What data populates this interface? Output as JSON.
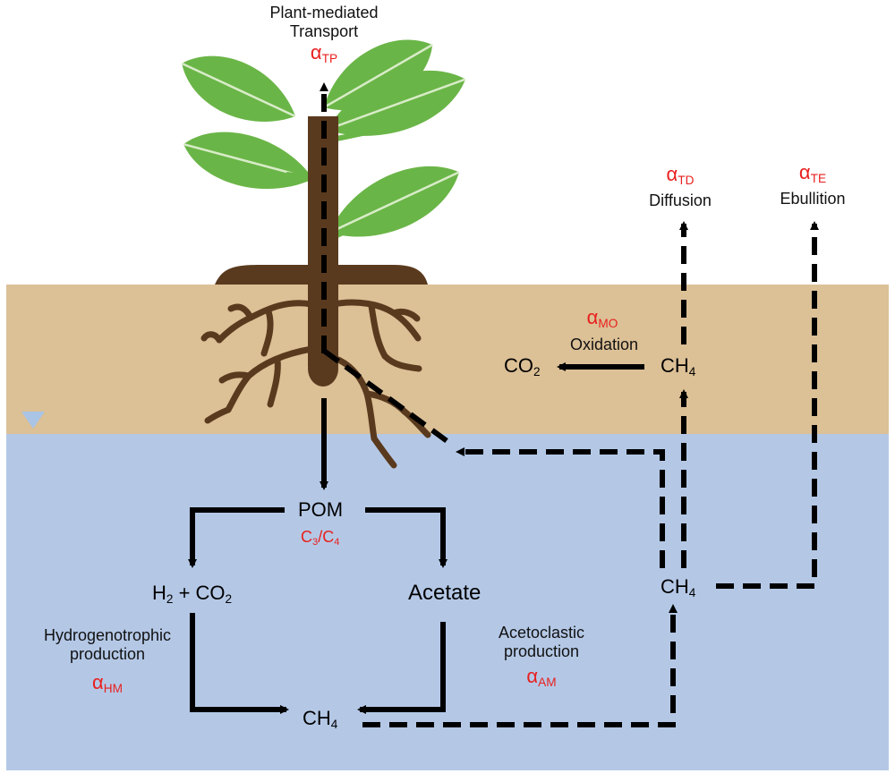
{
  "labels": {
    "plant_transport": "Plant-mediated\nTransport",
    "diffusion": "Diffusion",
    "ebullition": "Ebullition",
    "oxidation": "Oxidation",
    "hydrogenotrophic": "Hydrogenotrophic\nproduction",
    "acetoclastic": "Acetoclastic\nproduction",
    "pom": "POM",
    "acetate": "Acetate",
    "plus_co2": " + CO",
    "c3c4_slash": "/C",
    "h": "H",
    "c": "C",
    "ch": "CH",
    "co": "CO"
  },
  "subscripts": {
    "two": "2",
    "three": "3",
    "four": "4"
  },
  "alphas": {
    "symbol": "α",
    "tp": "TP",
    "td": "TD",
    "te": "TE",
    "mo": "MO",
    "hm": "HM",
    "am": "AM"
  },
  "colors": {
    "soil": "#dcc096",
    "water": "#b4c8e6",
    "plant_stem": "#5a3a1e",
    "leaf": "#6ab547",
    "leaf_vein": "#d8ecc8",
    "arrow": "#000000",
    "alpha_red": "#e8201e",
    "water_table_marker": "#a9c4e4"
  }
}
